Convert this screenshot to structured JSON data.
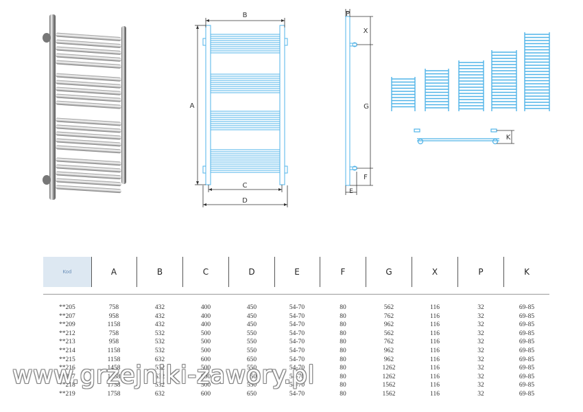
{
  "dimension_labels": {
    "a": "A",
    "b": "B",
    "c": "C",
    "d": "D",
    "e": "E",
    "f": "F",
    "g": "G",
    "x": "X",
    "p": "P",
    "k": "K"
  },
  "table": {
    "header_code": "Kod",
    "columns": [
      "A",
      "B",
      "C",
      "D",
      "E",
      "F",
      "G",
      "X",
      "P",
      "K"
    ],
    "rows": [
      {
        "code": "**205",
        "values": [
          "758",
          "432",
          "400",
          "450",
          "54-70",
          "80",
          "562",
          "116",
          "32",
          "69-85"
        ]
      },
      {
        "code": "**207",
        "values": [
          "958",
          "432",
          "400",
          "450",
          "54-70",
          "80",
          "762",
          "116",
          "32",
          "69-85"
        ]
      },
      {
        "code": "**209",
        "values": [
          "1158",
          "432",
          "400",
          "450",
          "54-70",
          "80",
          "962",
          "116",
          "32",
          "69-85"
        ]
      },
      {
        "code": "**212",
        "values": [
          "758",
          "532",
          "500",
          "550",
          "54-70",
          "80",
          "562",
          "116",
          "32",
          "69-85"
        ]
      },
      {
        "code": "**213",
        "values": [
          "958",
          "532",
          "500",
          "550",
          "54-70",
          "80",
          "762",
          "116",
          "32",
          "69-85"
        ]
      },
      {
        "code": "**214",
        "values": [
          "1158",
          "532",
          "500",
          "550",
          "54-70",
          "80",
          "962",
          "116",
          "32",
          "69-85"
        ]
      },
      {
        "code": "**215",
        "values": [
          "1158",
          "632",
          "600",
          "650",
          "54-70",
          "80",
          "962",
          "116",
          "32",
          "69-85"
        ]
      },
      {
        "code": "**216",
        "values": [
          "1458",
          "532",
          "500",
          "550",
          "54-70",
          "80",
          "1262",
          "116",
          "32",
          "69-85"
        ]
      },
      {
        "code": "**217",
        "values": [
          "1458",
          "632",
          "600",
          "650",
          "54-70",
          "80",
          "1262",
          "116",
          "32",
          "69-85"
        ]
      },
      {
        "code": "**218",
        "values": [
          "1758",
          "532",
          "500",
          "550",
          "54-70",
          "80",
          "1562",
          "116",
          "32",
          "69-85"
        ]
      },
      {
        "code": "**219",
        "values": [
          "1758",
          "632",
          "600",
          "650",
          "54-70",
          "80",
          "1562",
          "116",
          "32",
          "69-85"
        ]
      }
    ]
  },
  "watermark": "www.grzejniki-zawory.pl",
  "colors": {
    "drawing_blue": "#4fb3e8",
    "header_fill": "#dde8f2",
    "line": "#333333"
  }
}
